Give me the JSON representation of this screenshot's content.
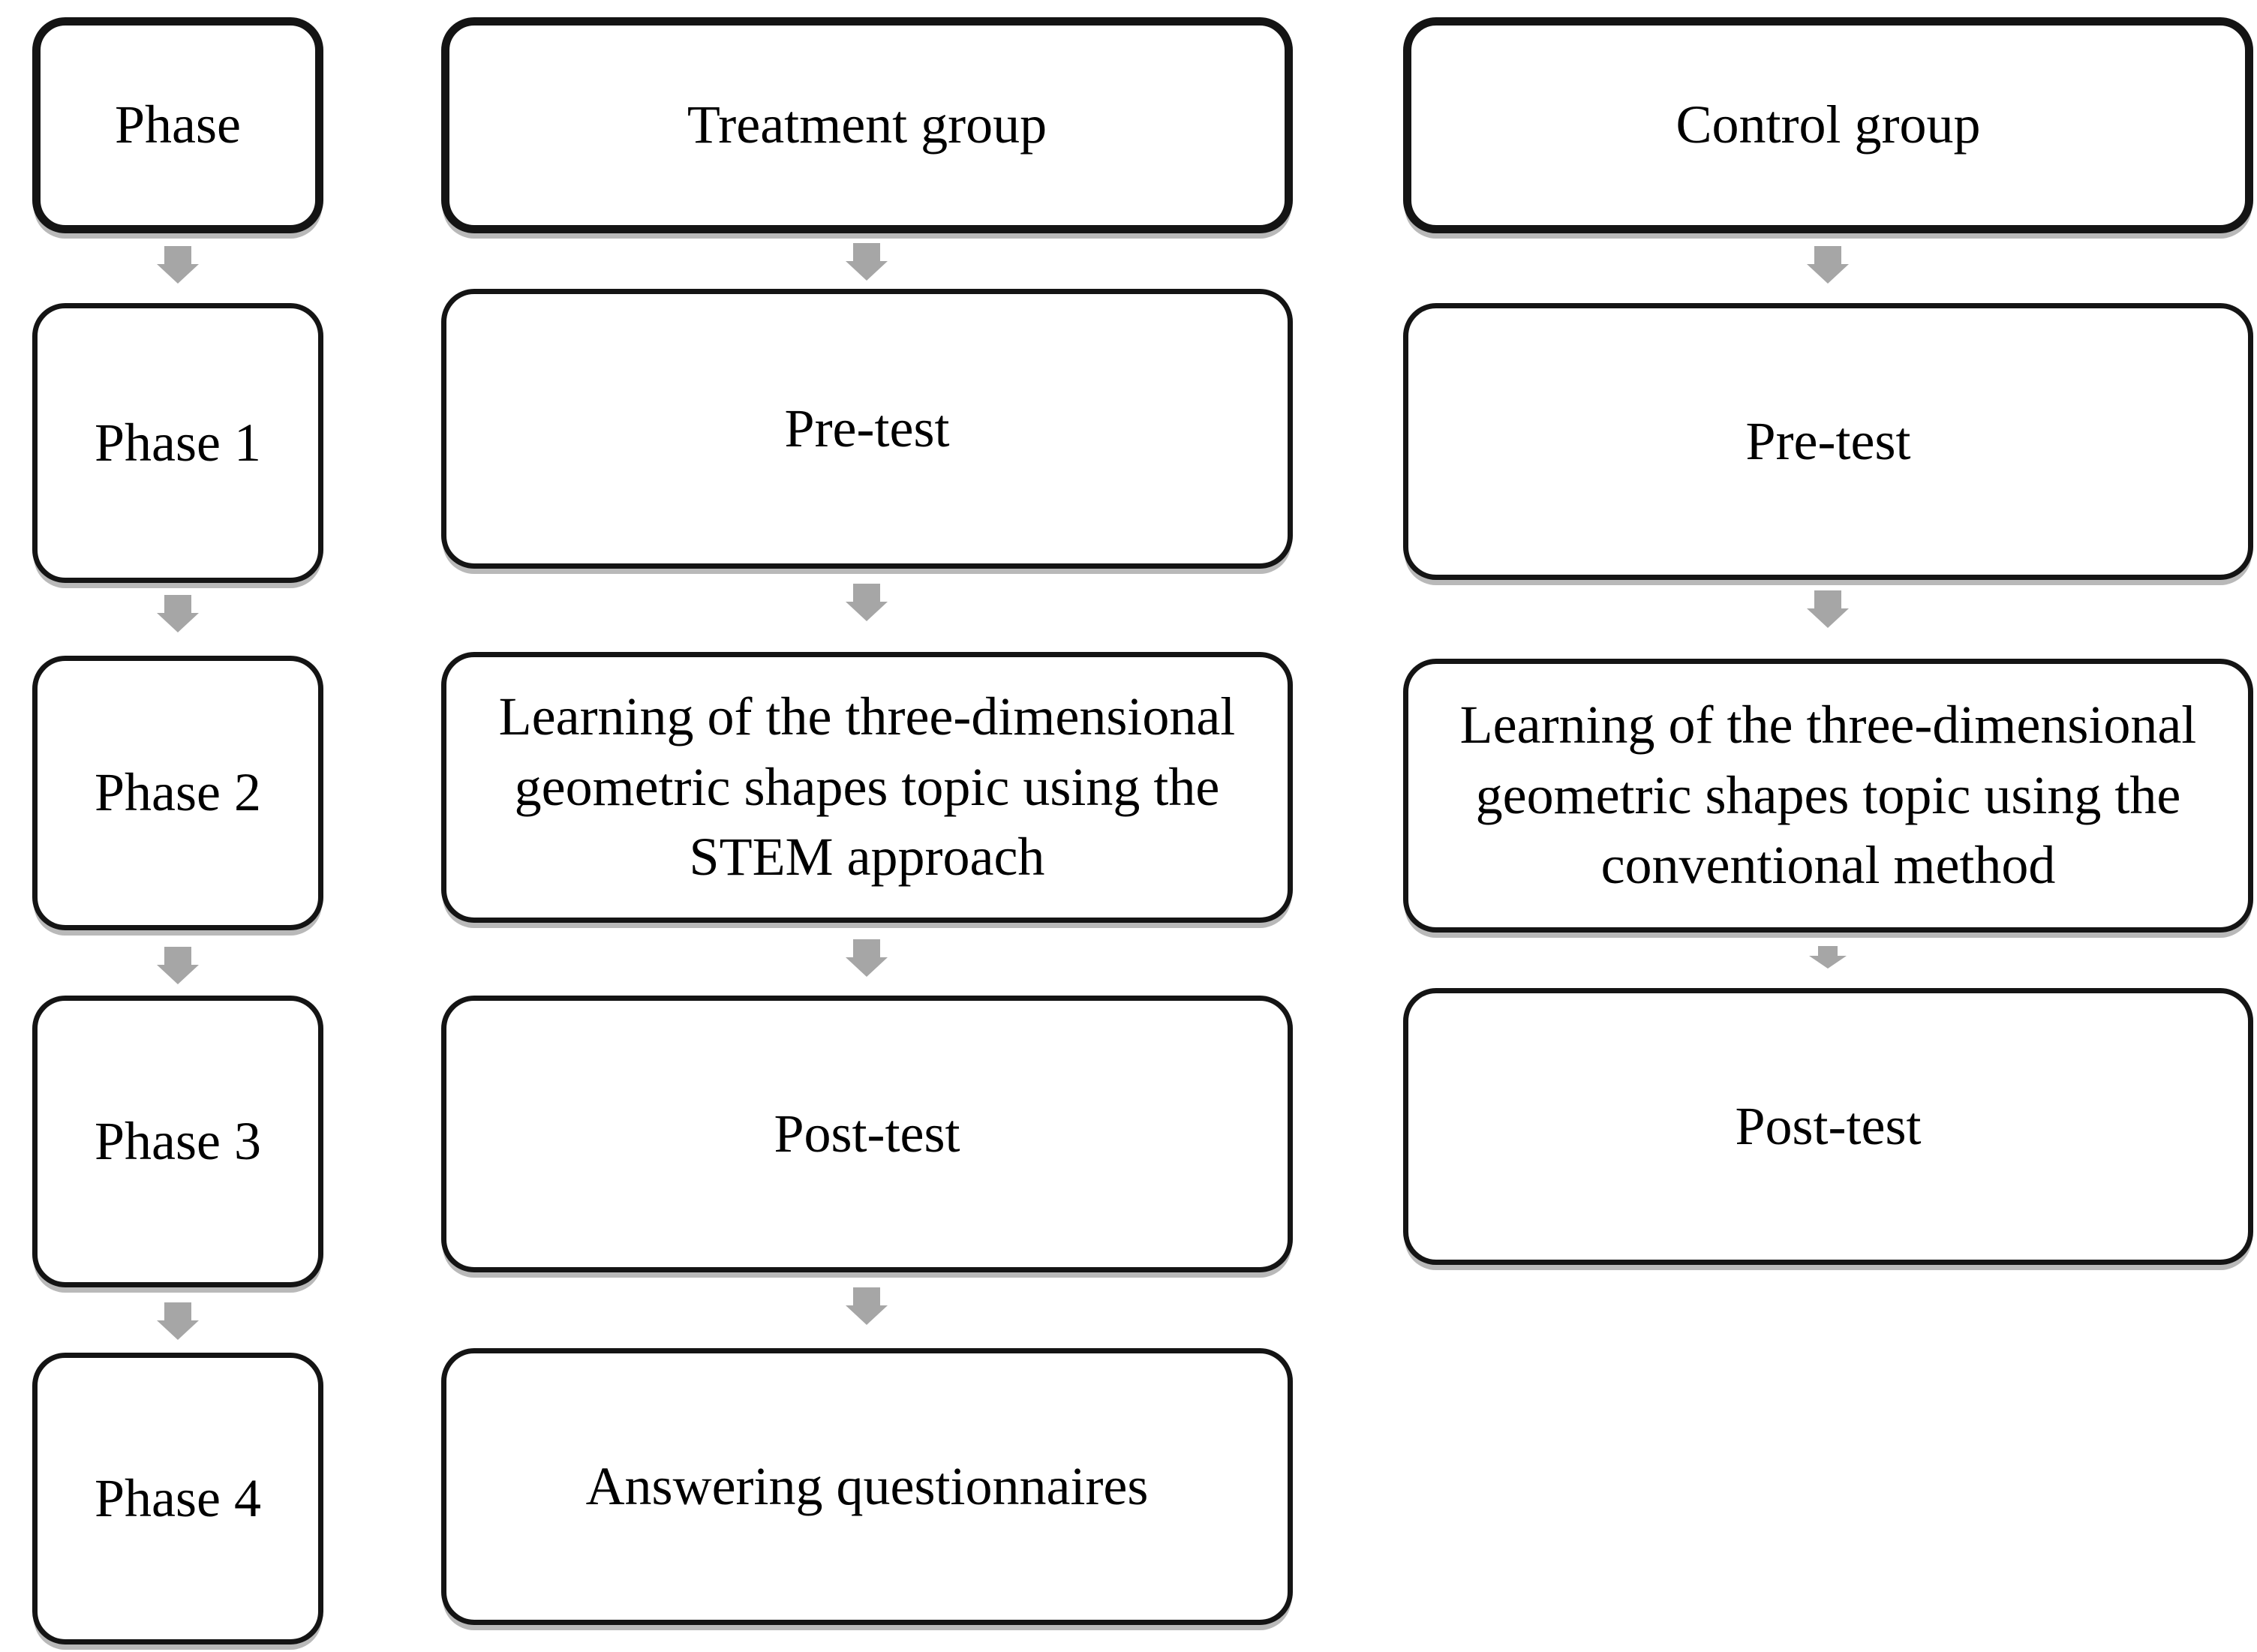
{
  "diagram": {
    "title_implicit": "Study procedure flowchart",
    "colors": {
      "border": "#141414",
      "arrow": "#a6a6a6",
      "shadow": "#b9b9b9",
      "text": "#000000",
      "background": "#ffffff"
    },
    "icons": {
      "connector": "down-arrow-icon"
    },
    "columns": [
      {
        "id": "phase",
        "header": "Phase",
        "boxes": [
          "Phase 1",
          "Phase 2",
          "Phase 3",
          "Phase 4"
        ]
      },
      {
        "id": "treatment",
        "header": "Treatment group",
        "boxes": [
          "Pre-test",
          "Learning of the three-dimensional\ngeometric shapes topic using the\nSTEM approach",
          "Post-test",
          "Answering questionnaires"
        ]
      },
      {
        "id": "control",
        "header": "Control group",
        "boxes": [
          "Pre-test",
          "Learning of the three-dimensional\ngeometric shapes topic using the\nconventional method",
          "Post-test"
        ]
      }
    ]
  }
}
